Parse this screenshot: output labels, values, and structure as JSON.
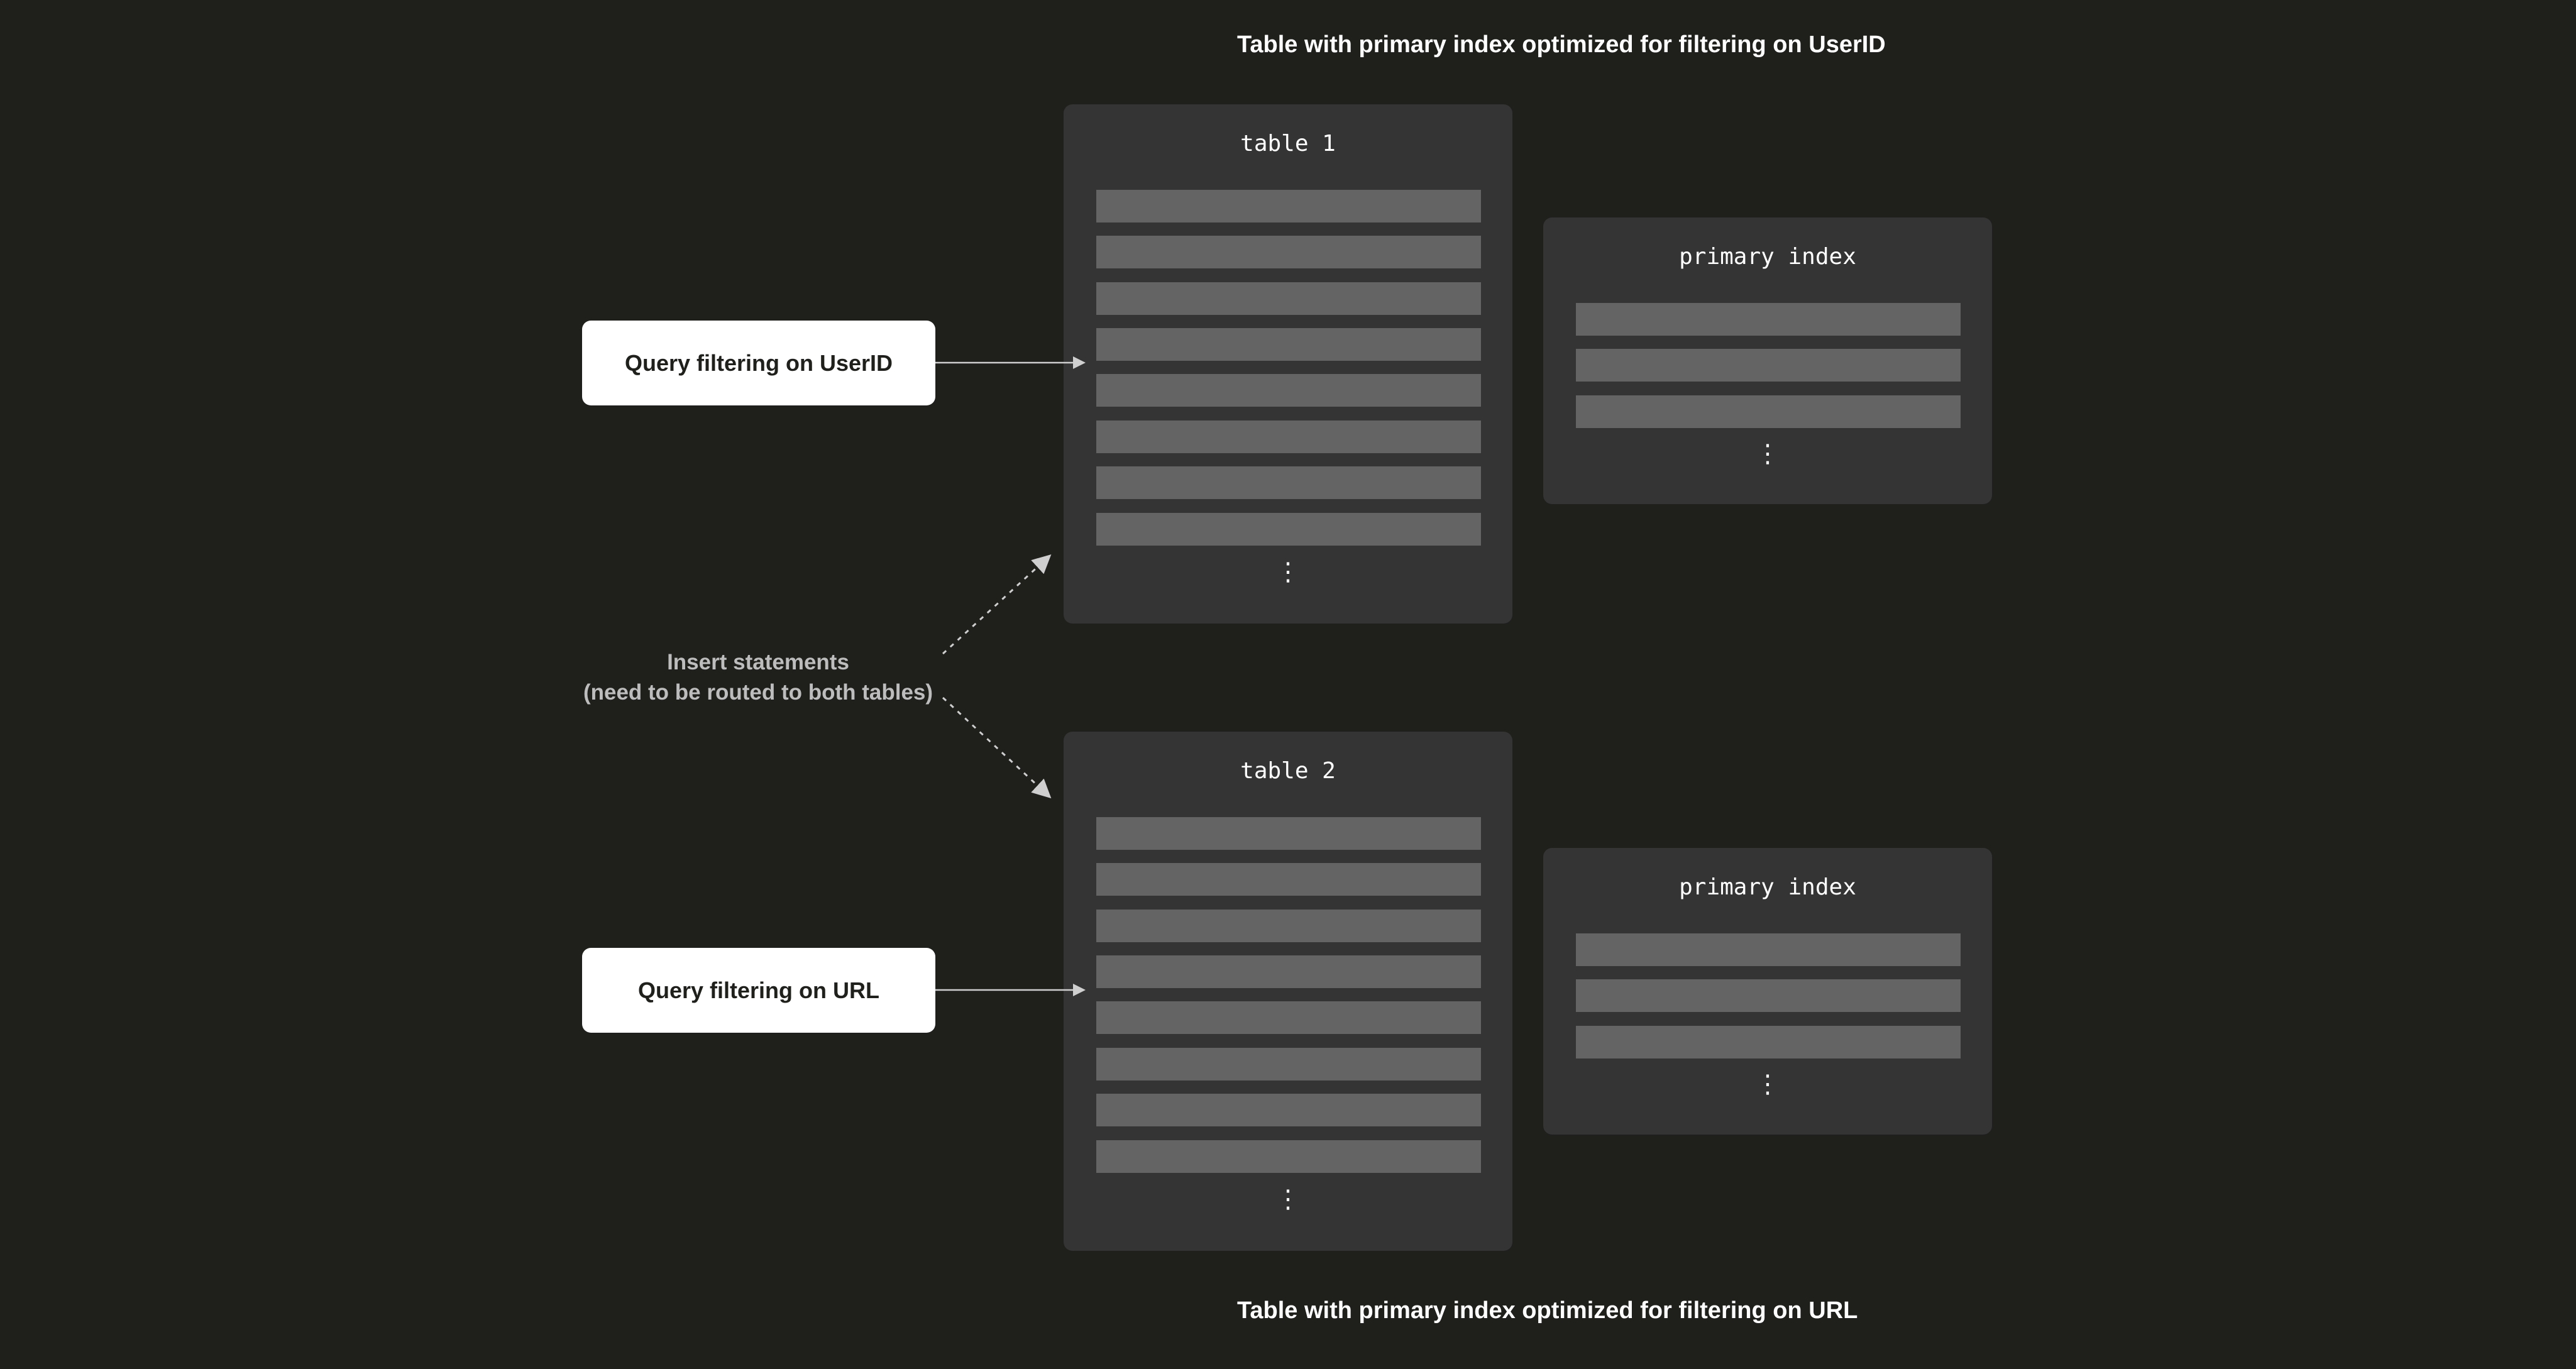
{
  "captions": {
    "top": "Table with primary index optimized for filtering on UserID",
    "bottom": "Table with primary index optimized for filtering on URL"
  },
  "tables": [
    {
      "title": "table 1",
      "ellipsis": "⋮",
      "index": {
        "title": "primary index",
        "ellipsis": "⋮"
      }
    },
    {
      "title": "table 2",
      "ellipsis": "⋮",
      "index": {
        "title": "primary index",
        "ellipsis": "⋮"
      }
    }
  ],
  "queries": [
    {
      "label": "Query filtering on UserID"
    },
    {
      "label": "Query filtering on URL"
    }
  ],
  "insert": {
    "line1": "Insert statements",
    "line2": "(need to be routed to both tables)"
  },
  "colors": {
    "background": "#1f1f1c",
    "panel": "#343434",
    "row": "#646464",
    "query_box": "#ffffff",
    "arrow": "#cfcfcf"
  }
}
